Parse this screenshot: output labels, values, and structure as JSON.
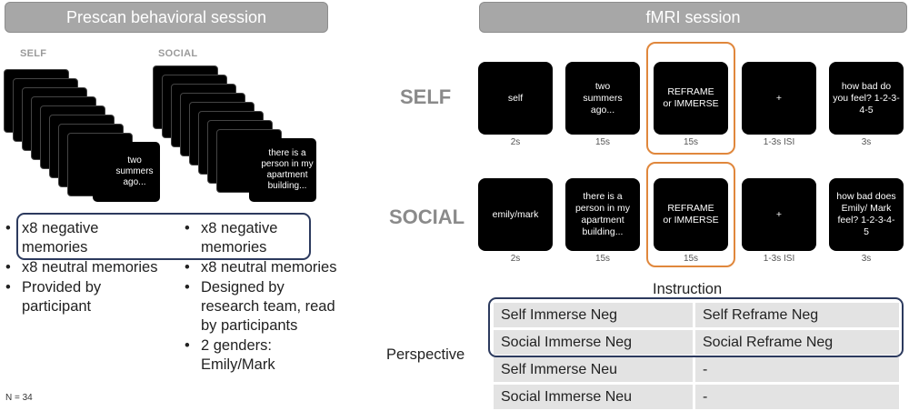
{
  "left": {
    "header": "Prescan behavioral session",
    "self": {
      "label": "SELF",
      "card_text": "two summers ago...",
      "bullets": [
        "x8 negative memories",
        "x8 neutral memories",
        "Provided by participant"
      ]
    },
    "social": {
      "label": "SOCIAL",
      "card_text": "there is a person in my apartment building...",
      "bullets": [
        "x8 negative memories",
        "x8 neutral memories",
        "Designed by research team, read by participants",
        "2 genders: Emily/Mark"
      ]
    },
    "footnote": "N = 34"
  },
  "right": {
    "header": "fMRI session",
    "rows": [
      {
        "label": "SELF",
        "trials": [
          {
            "text": "self",
            "duration": "2s"
          },
          {
            "text": "two summers ago...",
            "duration": "15s"
          },
          {
            "text": "REFRAME or IMMERSE",
            "duration": "15s"
          },
          {
            "text": "+",
            "duration": "1-3s ISI"
          },
          {
            "text": "how bad do you feel? 1-2-3-4-5",
            "duration": "3s"
          }
        ]
      },
      {
        "label": "SOCIAL",
        "trials": [
          {
            "text": "emily/mark",
            "duration": "2s"
          },
          {
            "text": "there is a person in my apartment building...",
            "duration": "15s"
          },
          {
            "text": "REFRAME or IMMERSE",
            "duration": "15s"
          },
          {
            "text": "+",
            "duration": "1-3s ISI"
          },
          {
            "text": "how bad does Emily/ Mark feel? 1-2-3-4-5",
            "duration": "3s"
          }
        ]
      }
    ],
    "table": {
      "instruction_label": "Instruction",
      "perspective_label": "Perspective",
      "rows": [
        [
          "Self Immerse Neg",
          "Self Reframe Neg"
        ],
        [
          "Social Immerse Neg",
          "Social Reframe Neg"
        ],
        [
          "Self Immerse Neu",
          "-"
        ],
        [
          "Social Immerse Neu",
          "-"
        ]
      ]
    }
  },
  "colors": {
    "header_bg": "#a7a7a7",
    "highlight_border": "#2c3a5e",
    "orange_highlight": "#e0873c"
  }
}
